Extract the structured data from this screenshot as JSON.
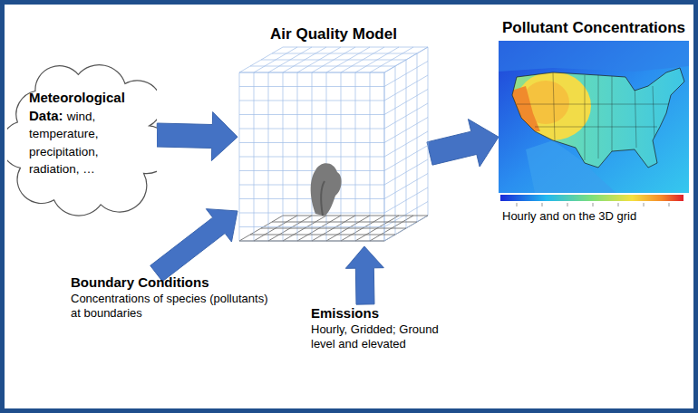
{
  "diagram": {
    "nodes": [
      {
        "text": [
          "Meteorological Data:",
          "wind, temperature, precipitation, radiation, …"
        ]
      },
      {
        "text": [
          "Air Quality Model"
        ]
      },
      {
        "text": [
          "Pollutant Concentrations",
          "Hourly and on the 3D grid"
        ]
      },
      {
        "text": [
          "Boundary Conditions",
          "Concentrations of species (pollutants) at boundaries"
        ]
      },
      {
        "text": [
          "Emissions",
          "Hourly, Gridded; Ground level and elevated"
        ]
      }
    ],
    "edges": [
      {
        "from": 0,
        "to": 1,
        "arrow": "to"
      },
      {
        "from": 1,
        "to": 2,
        "arrow": "to"
      },
      {
        "from": 3,
        "to": 1,
        "arrow": "to"
      },
      {
        "from": 4,
        "to": 1,
        "arrow": "to"
      }
    ]
  }
}
